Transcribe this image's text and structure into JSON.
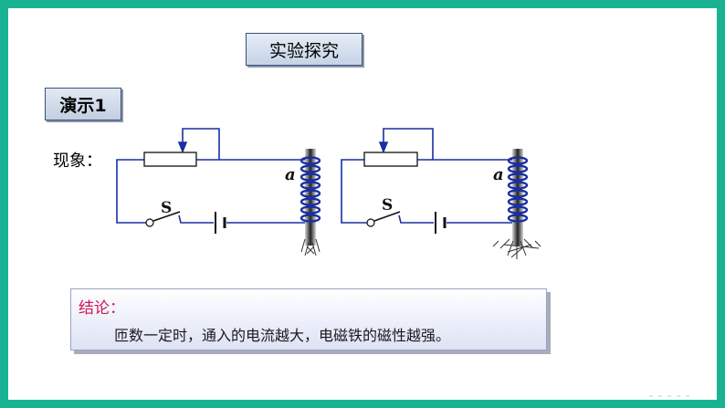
{
  "slide": {
    "title": "实验探究",
    "demo_label": "演示1",
    "phenomenon_label": "现象：",
    "circuit_left": {
      "switch_label": "S",
      "coil_label": "a"
    },
    "circuit_right": {
      "switch_label": "S",
      "coil_label": "a"
    },
    "conclusion_label": "结论：",
    "conclusion_text": "匝数一定时，通入的电流越大，电磁铁的磁性越强。"
  },
  "colors": {
    "frame": "#19b394",
    "wire": "#1a2fa0",
    "accent": "#d0155a"
  }
}
